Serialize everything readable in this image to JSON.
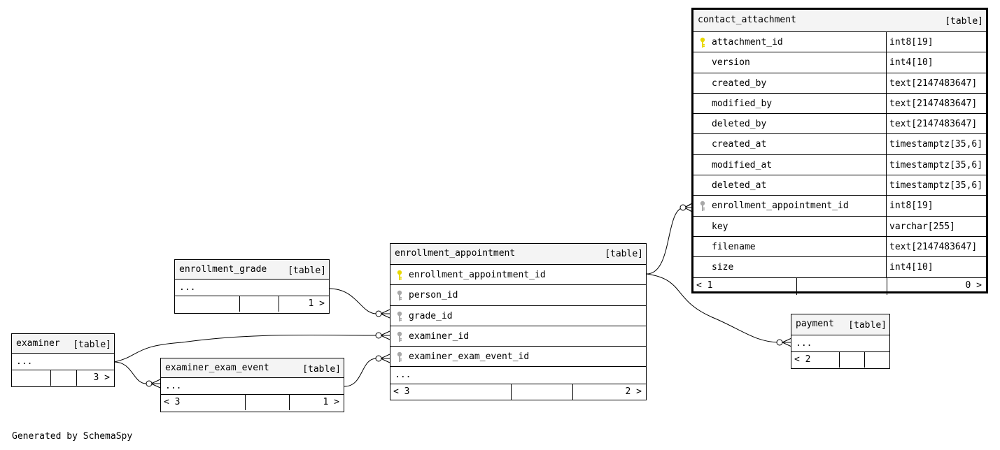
{
  "footer": {
    "generated_by": "Generated by SchemaSpy"
  },
  "colors": {
    "primary_key": "#e8d800",
    "foreign_key": "#a8a8a8",
    "header_bg": "#f4f4f4"
  },
  "tables": {
    "contact_attachment": {
      "name": "contact_attachment",
      "kind": "[table]",
      "columns": [
        {
          "name": "attachment_id",
          "type": "int8[19]",
          "key": "primary-key-icon"
        },
        {
          "name": "version",
          "type": "int4[10]"
        },
        {
          "name": "created_by",
          "type": "text[2147483647]"
        },
        {
          "name": "modified_by",
          "type": "text[2147483647]"
        },
        {
          "name": "deleted_by",
          "type": "text[2147483647]"
        },
        {
          "name": "created_at",
          "type": "timestamptz[35,6]"
        },
        {
          "name": "modified_at",
          "type": "timestamptz[35,6]"
        },
        {
          "name": "deleted_at",
          "type": "timestamptz[35,6]"
        },
        {
          "name": "enrollment_appointment_id",
          "type": "int8[19]",
          "key": "foreign-key-icon"
        },
        {
          "name": "key",
          "type": "varchar[255]"
        },
        {
          "name": "filename",
          "type": "text[2147483647]"
        },
        {
          "name": "size",
          "type": "int4[10]"
        }
      ],
      "footer": {
        "left": "< 1",
        "right": "0 >"
      }
    },
    "enrollment_appointment": {
      "name": "enrollment_appointment",
      "kind": "[table]",
      "columns": [
        {
          "name": "enrollment_appointment_id",
          "key": "primary-key-icon"
        },
        {
          "name": "person_id",
          "key": "foreign-key-icon"
        },
        {
          "name": "grade_id",
          "key": "foreign-key-icon"
        },
        {
          "name": "examiner_id",
          "key": "foreign-key-icon"
        },
        {
          "name": "examiner_exam_event_id",
          "key": "foreign-key-icon"
        }
      ],
      "ellipsis": "...",
      "footer": {
        "left": "< 3",
        "right": "2 >"
      }
    },
    "enrollment_grade": {
      "name": "enrollment_grade",
      "kind": "[table]",
      "ellipsis": "...",
      "footer": {
        "left": "",
        "right": "1 >"
      }
    },
    "examiner": {
      "name": "examiner",
      "kind": "[table]",
      "ellipsis": "...",
      "footer": {
        "left": "",
        "right": "3 >"
      }
    },
    "examiner_exam_event": {
      "name": "examiner_exam_event",
      "kind": "[table]",
      "ellipsis": "...",
      "footer": {
        "left": "< 3",
        "right": "1 >"
      }
    },
    "payment": {
      "name": "payment",
      "kind": "[table]",
      "ellipsis": "...",
      "footer": {
        "left": "< 2",
        "right": ""
      }
    }
  }
}
